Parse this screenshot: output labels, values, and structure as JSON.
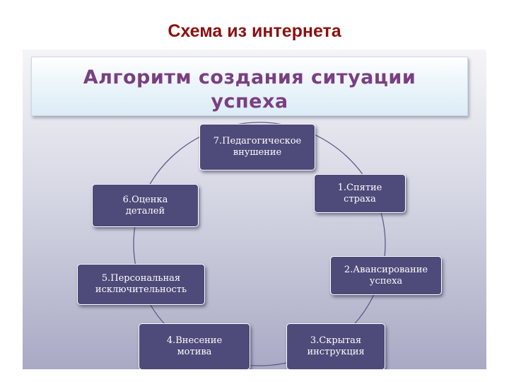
{
  "page": {
    "title": "Схема из интернета",
    "title_color": "#8b1010"
  },
  "diagram": {
    "heading": "Алгоритм создания ситуации\nуспеха",
    "heading_color": "#7a3f82",
    "node_color": "#4e4a79",
    "ring_color": "#5d5a8a",
    "nodes": [
      {
        "id": "n1",
        "label": "1.Спятие\nстраха"
      },
      {
        "id": "n2",
        "label": "2.Авансирование\nуспеха"
      },
      {
        "id": "n3",
        "label": "3.Скрытая\nинструкция"
      },
      {
        "id": "n4",
        "label": "4.Внесение\nмотива"
      },
      {
        "id": "n5",
        "label": "5.Персональная\nисключительность"
      },
      {
        "id": "n6",
        "label": "6.Оценка\nдеталей"
      },
      {
        "id": "n7",
        "label": "7.Педагогическое\nвнушение"
      }
    ]
  }
}
